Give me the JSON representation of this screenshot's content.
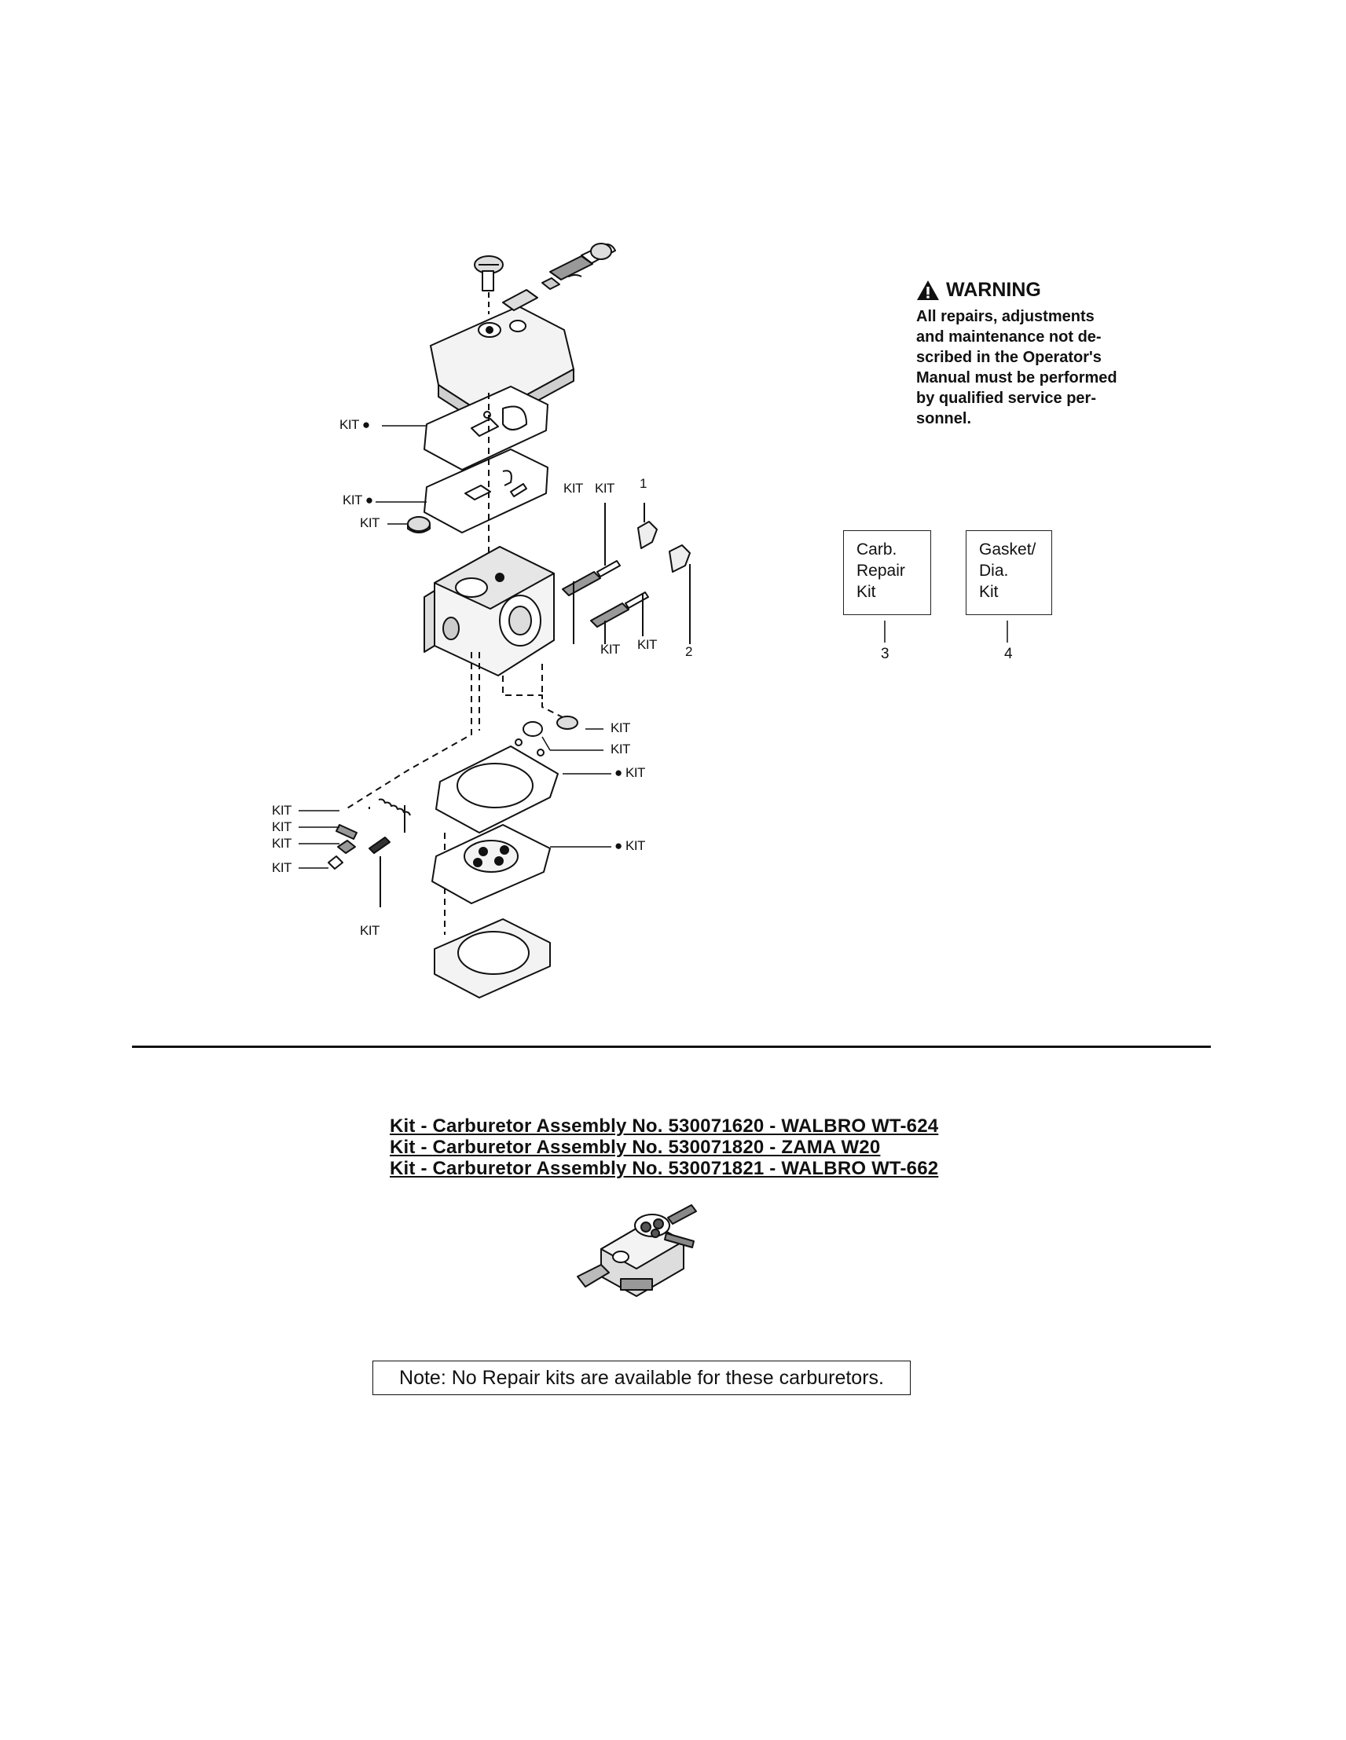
{
  "warning": {
    "title": "WARNING",
    "lines": [
      "All repairs, adjustments",
      "and maintenance not de-",
      "scribed in the Operator's",
      "Manual must be performed",
      "by qualified service per-",
      "sonnel."
    ]
  },
  "kit_boxes": [
    {
      "lines": [
        "Carb.",
        "Repair",
        "Kit"
      ],
      "ref": "3"
    },
    {
      "lines": [
        "Gasket/",
        "Dia.",
        "Kit"
      ],
      "ref": "4"
    }
  ],
  "callouts": {
    "kit": "KIT",
    "kit_dot": "KIT ●",
    "dot_kit": "● KIT",
    "ref_1": "1",
    "ref_2": "2"
  },
  "assembly_titles": [
    "Kit - Carburetor Assembly No. 530071620 - WALBRO WT-624",
    "Kit - Carburetor Assembly No. 530071820 - ZAMA W20",
    "Kit - Carburetor Assembly No. 530071821 - WALBRO WT-662"
  ],
  "note": "Note: No Repair kits are available for these carburetors."
}
